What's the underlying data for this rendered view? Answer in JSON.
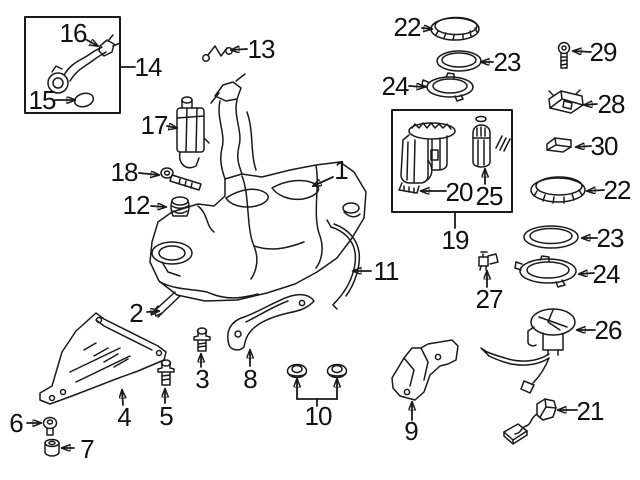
{
  "diagram": {
    "colors": {
      "background": "#ffffff",
      "line": "#1a1a1a",
      "label_text": "#111111"
    },
    "callouts": [
      {
        "id": "16",
        "label": "16"
      },
      {
        "id": "15",
        "label": "15"
      },
      {
        "id": "14",
        "label": "14"
      },
      {
        "id": "13",
        "label": "13"
      },
      {
        "id": "17",
        "label": "17"
      },
      {
        "id": "18",
        "label": "18"
      },
      {
        "id": "12",
        "label": "12"
      },
      {
        "id": "1",
        "label": "1"
      },
      {
        "id": "11",
        "label": "11"
      },
      {
        "id": "2",
        "label": "2"
      },
      {
        "id": "3",
        "label": "3"
      },
      {
        "id": "4",
        "label": "4"
      },
      {
        "id": "5",
        "label": "5"
      },
      {
        "id": "6",
        "label": "6"
      },
      {
        "id": "7",
        "label": "7"
      },
      {
        "id": "8",
        "label": "8"
      },
      {
        "id": "10",
        "label": "10"
      },
      {
        "id": "9",
        "label": "9"
      },
      {
        "id": "22-top",
        "label": "22"
      },
      {
        "id": "23-top",
        "label": "23"
      },
      {
        "id": "24-top",
        "label": "24"
      },
      {
        "id": "19",
        "label": "19"
      },
      {
        "id": "20",
        "label": "20"
      },
      {
        "id": "25",
        "label": "25"
      },
      {
        "id": "29",
        "label": "29"
      },
      {
        "id": "28",
        "label": "28"
      },
      {
        "id": "30",
        "label": "30"
      },
      {
        "id": "22-right",
        "label": "22"
      },
      {
        "id": "23-right",
        "label": "23"
      },
      {
        "id": "24-right",
        "label": "24"
      },
      {
        "id": "27",
        "label": "27"
      },
      {
        "id": "26",
        "label": "26"
      },
      {
        "id": "21",
        "label": "21"
      }
    ]
  }
}
